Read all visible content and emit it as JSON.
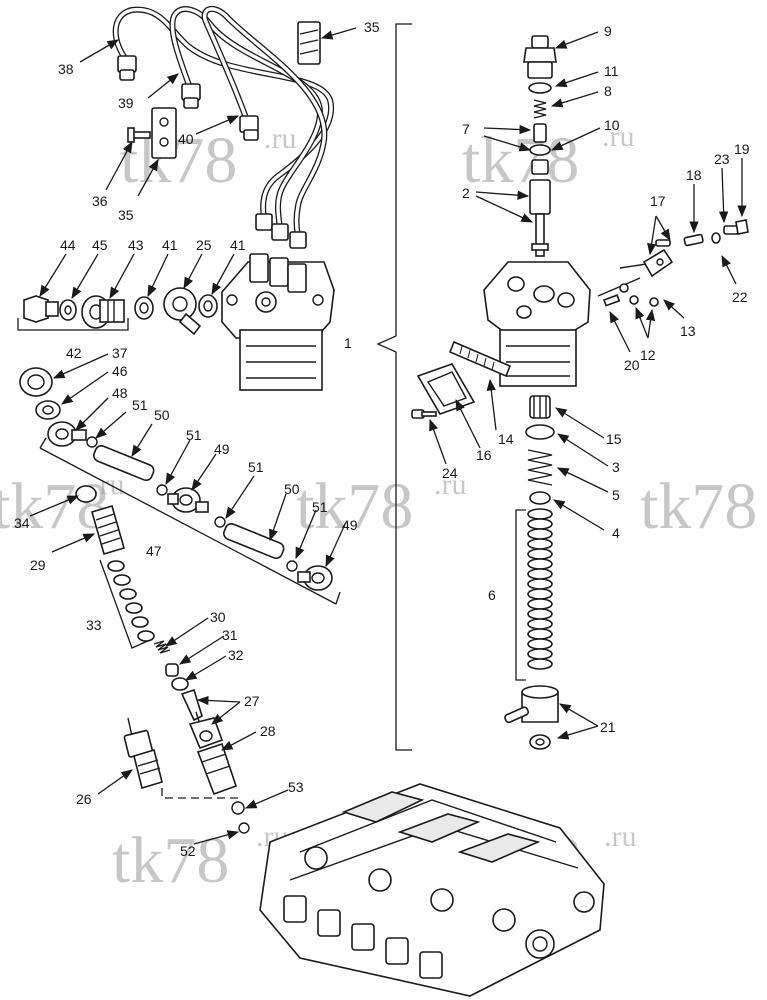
{
  "watermark": {
    "brand": "tk78",
    "suffix": ".ru"
  },
  "callouts": {
    "c1": "1",
    "c2": "2",
    "c3": "3",
    "c4": "4",
    "c5": "5",
    "c6": "6",
    "c7": "7",
    "c8": "8",
    "c9": "9",
    "c10": "10",
    "c11": "11",
    "c12": "12",
    "c13": "13",
    "c14": "14",
    "c15": "15",
    "c16": "16",
    "c17": "17",
    "c18": "18",
    "c19": "19",
    "c20": "20",
    "c21": "21",
    "c22": "22",
    "c23": "23",
    "c24": "24",
    "c25": "25",
    "c26": "26",
    "c27": "27",
    "c28": "28",
    "c29": "29",
    "c30": "30",
    "c31": "31",
    "c32": "32",
    "c33": "33",
    "c34": "34",
    "c35a": "35",
    "c35b": "35",
    "c36": "36",
    "c37": "37",
    "c38": "38",
    "c39": "39",
    "c40": "40",
    "c41a": "41",
    "c41b": "41",
    "c42": "42",
    "c43": "43",
    "c44": "44",
    "c45": "45",
    "c46": "46",
    "c47": "47",
    "c48": "48",
    "c49a": "49",
    "c49b": "49",
    "c50a": "50",
    "c50b": "50",
    "c51a": "51",
    "c51b": "51",
    "c51c": "51",
    "c51d": "51",
    "c52": "52",
    "c53": "53"
  },
  "colors": {
    "ink": "#1a1a1a",
    "watermark": "#9a9a9a",
    "background": "#ffffff"
  }
}
